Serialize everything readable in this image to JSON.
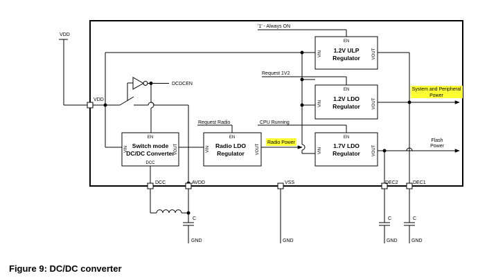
{
  "caption": "Figure 9: DC/DC converter",
  "highlight_color": "#ffff33",
  "labels": {
    "vdd_ext": "VDD",
    "vdd_pin": "VDD",
    "always_on": "'1' - Always ON",
    "request_1v2": "Request 1V2",
    "request_radio": "Request Radio",
    "cpu_running": "CPU Running",
    "dcdcen": "DCDCEN",
    "system_power_1": "System and Peripheral",
    "system_power_2": "Power",
    "radio_power": "Radio Power",
    "flash_power_1": "Flash",
    "flash_power_2": "Power"
  },
  "blocks": {
    "ulp": {
      "title_1": "1.2V ULP",
      "title_2": "Regulator",
      "en": "EN",
      "vin": "VIN",
      "vout": "VOUT"
    },
    "ldo12": {
      "title_1": "1.2V LDO",
      "title_2": "Regulator",
      "en": "EN",
      "vin": "VIN",
      "vout": "VOUT"
    },
    "ldo17": {
      "title_1": "1.7V LDO",
      "title_2": "Regulator",
      "en": "EN",
      "vin": "VIN",
      "vout": "VOUT"
    },
    "radio": {
      "title_1": "Radio LDO",
      "title_2": "Regulator",
      "en": "EN",
      "vin": "VIN",
      "vout": "VOUT"
    },
    "dcdc": {
      "title_1": "Switch mode",
      "title_2": "DC/DC Converter",
      "en": "EN",
      "vin": "VIN",
      "vout": "VOUT",
      "dcc": "DCC"
    }
  },
  "pins": {
    "dcc": "DCC",
    "avdd": "AVDD",
    "vss": "VSS",
    "dec2": "DEC2",
    "dec1": "DEC1"
  },
  "external": {
    "cap_label": "C",
    "gnd": "GND"
  }
}
